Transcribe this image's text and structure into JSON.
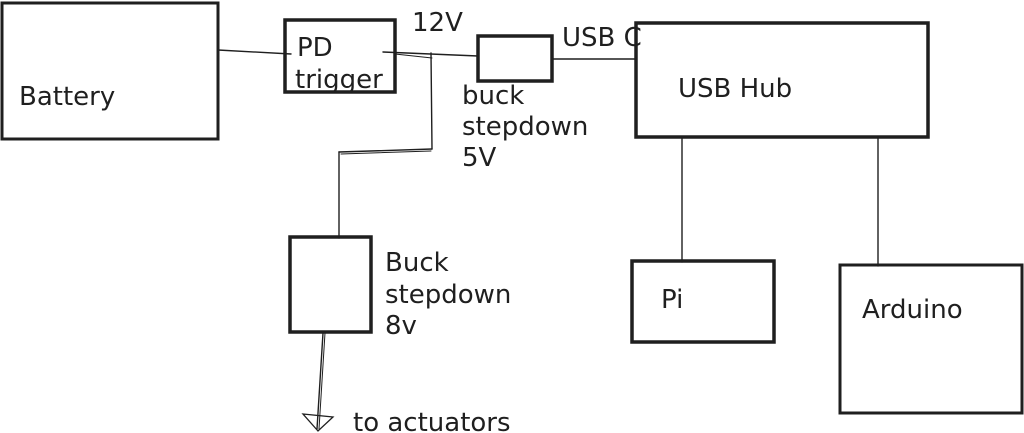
{
  "diagram": {
    "nodes": {
      "battery": {
        "label": "Battery"
      },
      "pd_trigger": {
        "label_line1": "PD",
        "label_line2": "trigger"
      },
      "buck_5v": {
        "label_line1": "buck",
        "label_line2": "stepdown",
        "label_line3": "5V"
      },
      "usb_hub": {
        "label": "USB Hub"
      },
      "pi": {
        "label": "Pi"
      },
      "arduino": {
        "label": "Arduino"
      },
      "buck_8v": {
        "label_line1": "Buck",
        "label_line2": "stepdown",
        "label_line3": "8v"
      }
    },
    "labels": {
      "v12": "12V",
      "usb_c": "USB C",
      "to_actuators": "to actuators"
    },
    "colors": {
      "stroke": "#1f1f1f",
      "background": "#ffffff"
    }
  }
}
